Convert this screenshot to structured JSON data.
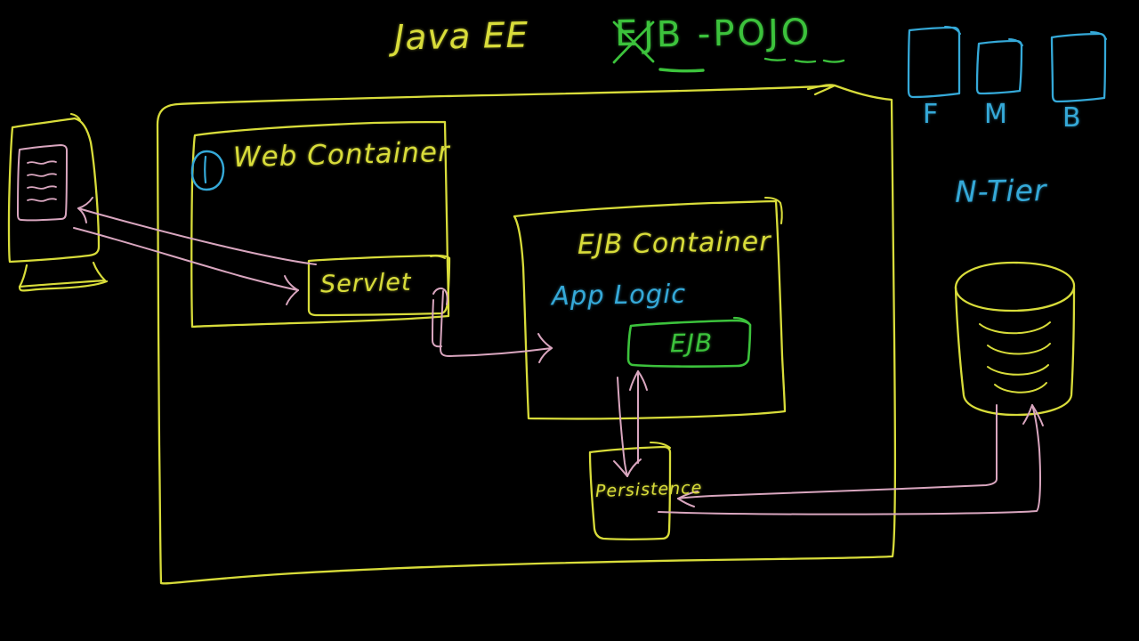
{
  "board": {
    "background_color": "#000000",
    "title_primary": "Java EE",
    "title_secondary": "EJB -POJO"
  },
  "palette": {
    "yellow": "#d8dc3a",
    "green": "#3cc23c",
    "cyan": "#35a9d8",
    "pink": "#d9a6bf"
  },
  "headings": {
    "java_ee": "Java EE",
    "ejb_pojo_struck_letter": "E",
    "ejb_pojo_rest": "JB -POJO"
  },
  "containers": {
    "outer": {
      "label": ""
    },
    "web_container": {
      "label": "Web Container",
      "bullet": "circle-mark",
      "children": [
        {
          "label": "Servlet"
        }
      ]
    },
    "ejb_container": {
      "label": "EJB Container",
      "subtitle": "App Logic",
      "children": [
        {
          "label": "EJB"
        }
      ]
    },
    "persistence": {
      "label": "Persistence"
    }
  },
  "side_notes": {
    "tier_boxes": [
      {
        "label": "F"
      },
      {
        "label": "M"
      },
      {
        "label": "B"
      }
    ],
    "tier_caption": "N-Tier"
  },
  "devices": {
    "client_monitor": {
      "name": "monitor-with-document"
    },
    "database": {
      "name": "database-cylinder",
      "rings": 4
    }
  },
  "connections": [
    {
      "name": "servlet-to-client",
      "direction": "left"
    },
    {
      "name": "client-to-servlet",
      "direction": "right"
    },
    {
      "name": "servlet-to-ejb-container",
      "direction": "right"
    },
    {
      "name": "ejb-to-persistence",
      "direction": "down"
    },
    {
      "name": "persistence-to-ejb",
      "direction": "up"
    },
    {
      "name": "database-to-persistence",
      "direction": "left"
    },
    {
      "name": "persistence-to-database",
      "direction": "right"
    }
  ]
}
